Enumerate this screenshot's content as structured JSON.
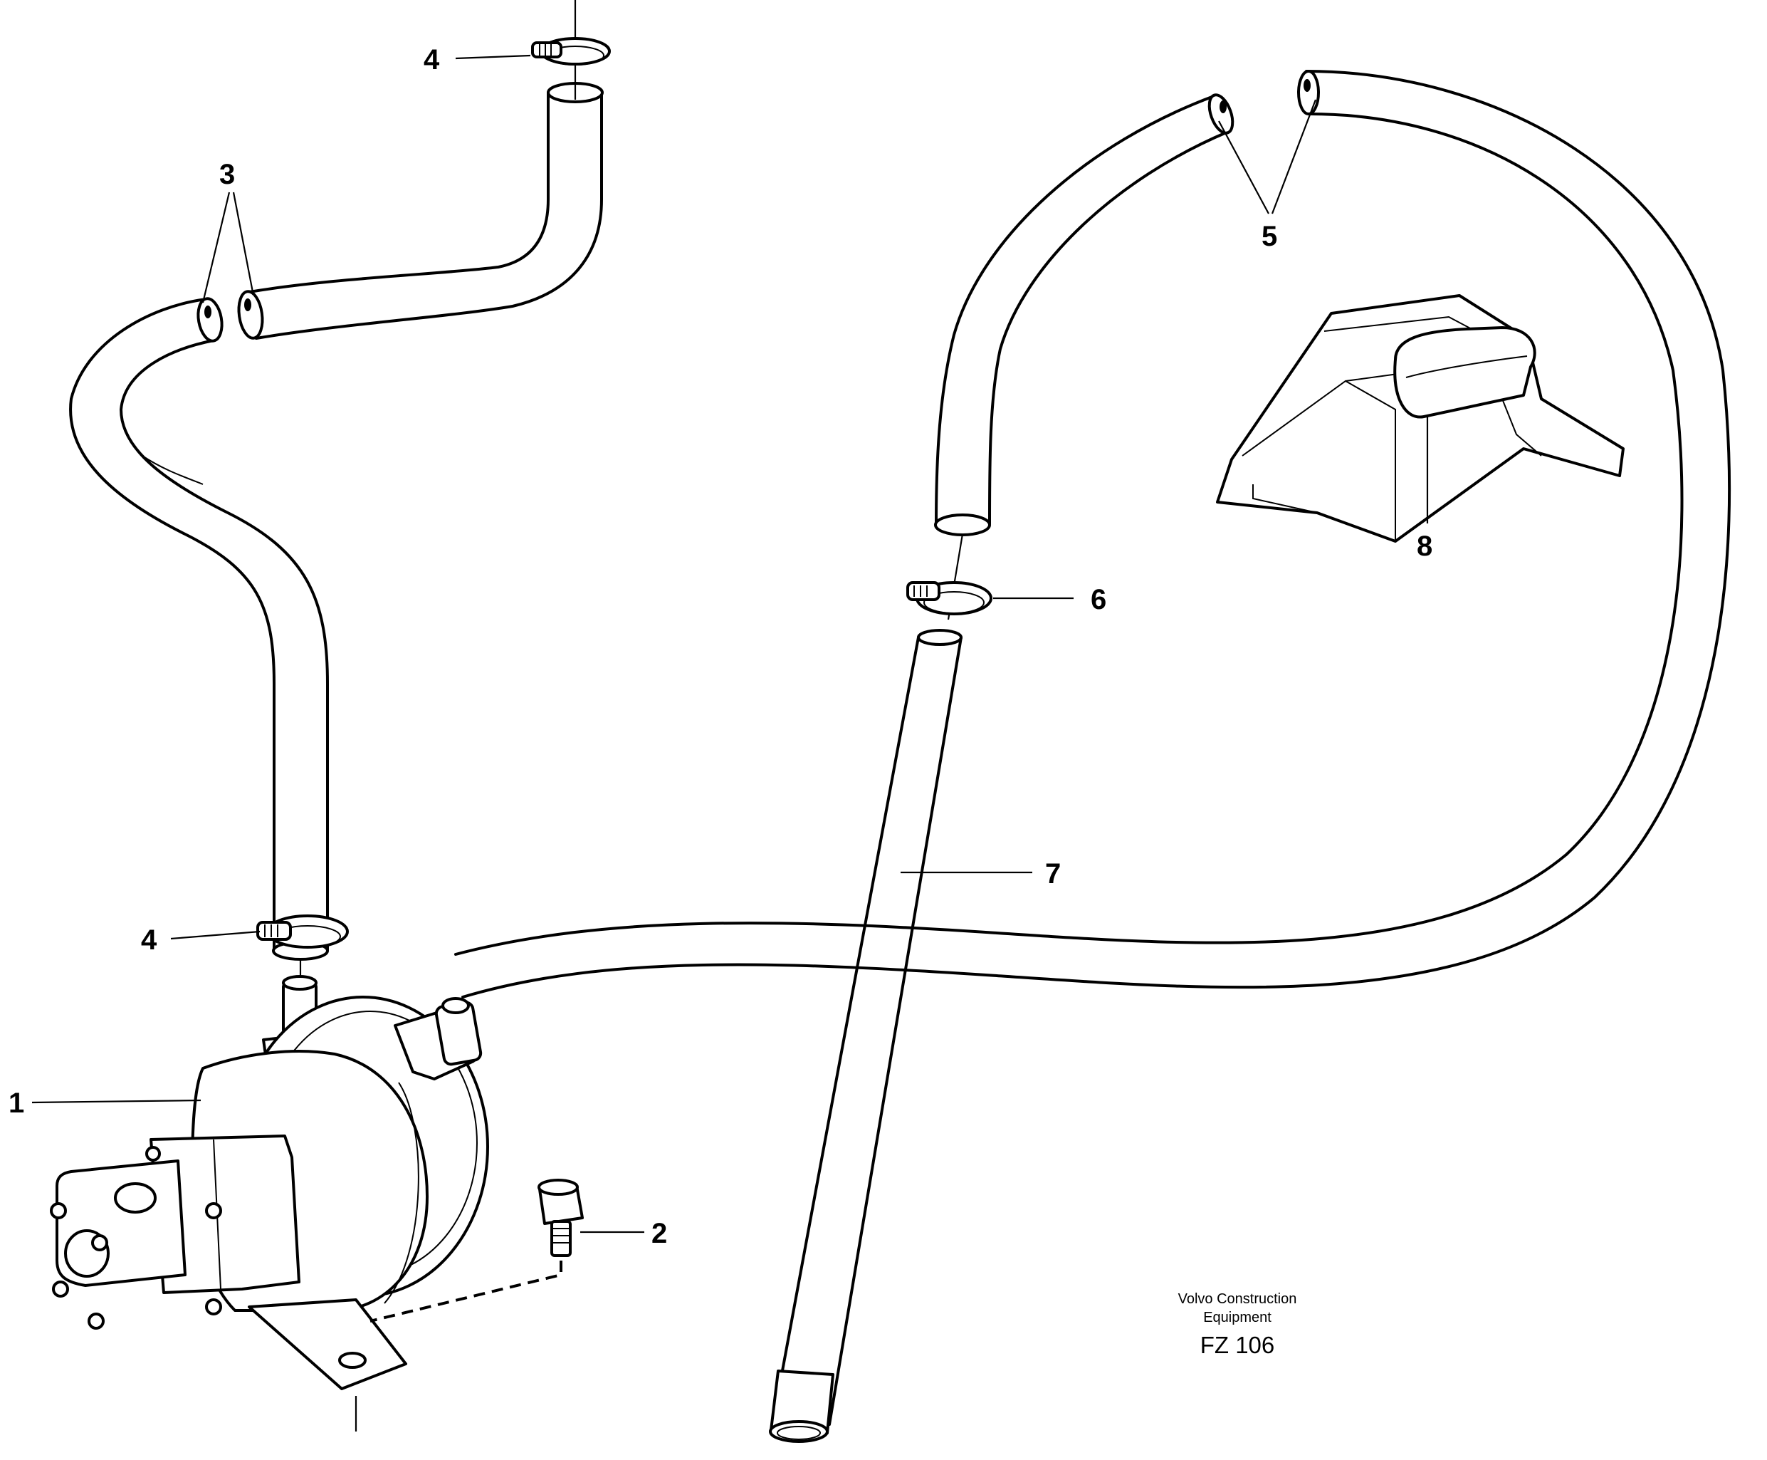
{
  "callouts": [
    {
      "id": "1",
      "text": "1"
    },
    {
      "id": "2",
      "text": "2"
    },
    {
      "id": "3",
      "text": "3"
    },
    {
      "id": "4a",
      "text": "4"
    },
    {
      "id": "4b",
      "text": "4"
    },
    {
      "id": "5",
      "text": "5"
    },
    {
      "id": "6",
      "text": "6"
    },
    {
      "id": "7",
      "text": "7"
    },
    {
      "id": "8",
      "text": "8"
    }
  ],
  "footer": {
    "company_line1": "Volvo Construction",
    "company_line2": "Equipment",
    "drawing_code": "FZ 106"
  }
}
